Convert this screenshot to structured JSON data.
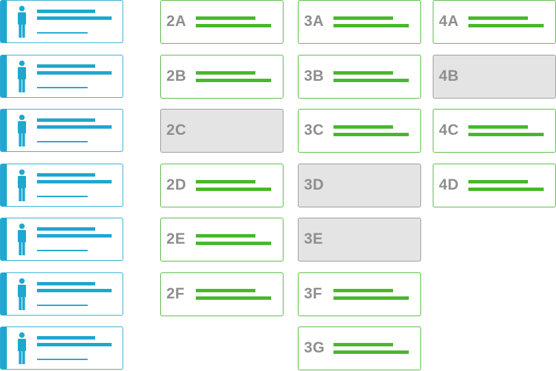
{
  "people": [
    {
      "id": "p1"
    },
    {
      "id": "p2"
    },
    {
      "id": "p3"
    },
    {
      "id": "p4"
    },
    {
      "id": "p5"
    },
    {
      "id": "p6"
    },
    {
      "id": "p7"
    }
  ],
  "tiles": {
    "2A": {
      "label": "2A",
      "filled": true
    },
    "2B": {
      "label": "2B",
      "filled": true
    },
    "2C": {
      "label": "2C",
      "filled": false
    },
    "2D": {
      "label": "2D",
      "filled": true
    },
    "2E": {
      "label": "2E",
      "filled": true
    },
    "2F": {
      "label": "2F",
      "filled": true
    },
    "3A": {
      "label": "3A",
      "filled": true
    },
    "3B": {
      "label": "3B",
      "filled": true
    },
    "3C": {
      "label": "3C",
      "filled": true
    },
    "3D": {
      "label": "3D",
      "filled": false
    },
    "3E": {
      "label": "3E",
      "filled": false
    },
    "3F": {
      "label": "3F",
      "filled": true
    },
    "3G": {
      "label": "3G",
      "filled": true
    },
    "4A": {
      "label": "4A",
      "filled": true
    },
    "4B": {
      "label": "4B",
      "filled": false
    },
    "4C": {
      "label": "4C",
      "filled": true
    },
    "4D": {
      "label": "4D",
      "filled": true
    }
  },
  "colors": {
    "person_accent": "#1ea7d0",
    "tile_border": "#57b941",
    "tile_bar": "#47b82b",
    "empty_fill": "#e4e4e4",
    "code_text": "#8e8e8e"
  },
  "icons": {
    "person": "person-icon"
  }
}
